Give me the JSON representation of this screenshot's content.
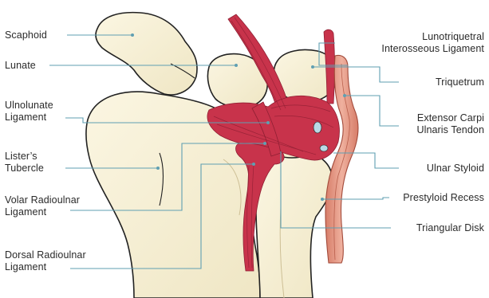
{
  "left_labels": {
    "scaphoid": "Scaphoid",
    "lunate": "Lunate",
    "ulnolunate_1": "Ulnolunate",
    "ulnolunate_2": "Ligament",
    "listers_1": "Lister’s",
    "listers_2": "Tubercle",
    "volar_1": "Volar Radioulnar",
    "volar_2": "Ligament",
    "dorsal_1": "Dorsal Radioulnar",
    "dorsal_2": "Ligament"
  },
  "right_labels": {
    "lunotriquetral_1": "Lunotriquetral",
    "lunotriquetral_2": "Interosseous Ligament",
    "triquetrum": "Triquetrum",
    "extensor_1": "Extensor Carpi",
    "extensor_2": "Ulnaris Tendon",
    "ulnar_styloid": "Ulnar Styloid",
    "prestyloid": "Prestyloid Recess",
    "triangular_disk": "Triangular Disk"
  },
  "colors": {
    "bone_fill": "#f7f1d6",
    "bone_outline": "#222222",
    "ligament": "#c8334b",
    "ligament_dark": "#8f1f33",
    "tendon": "#e49a86",
    "leader_line": "#5f9fb2",
    "label_text": "#2a2a2a"
  }
}
